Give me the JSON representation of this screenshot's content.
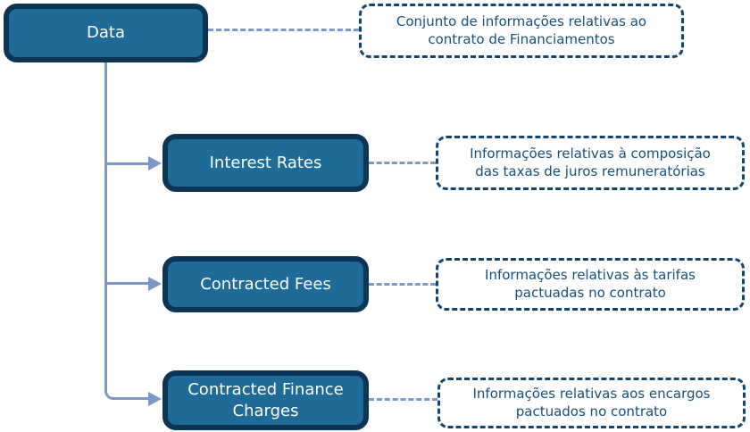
{
  "diagram": {
    "title_hint": "Data hierarchy diagram for financing contract information",
    "root": {
      "label": "Data",
      "note_lines": [
        "Conjunto de informações relativas ao",
        "contrato de Financiamentos"
      ]
    },
    "children": [
      {
        "label": "Interest Rates",
        "note_lines": [
          "Informações relativas à composição",
          "das taxas de juros remuneratórias"
        ]
      },
      {
        "label": "Contracted Fees",
        "note_lines": [
          "Informações relativas às tarifas",
          "pactuadas no contrato"
        ]
      },
      {
        "label": "Contracted Finance Charges",
        "note_lines": [
          "Informações relativas aos encargos",
          "pactuados no contrato"
        ]
      }
    ]
  },
  "colors": {
    "node_fill": "#1e6b98",
    "node_border": "#0c3553",
    "node_text": "#ffffff",
    "note_border": "#12456d",
    "note_text": "#16507b",
    "connector": "#7d97c7",
    "canvas_bg": "#ffffff"
  }
}
